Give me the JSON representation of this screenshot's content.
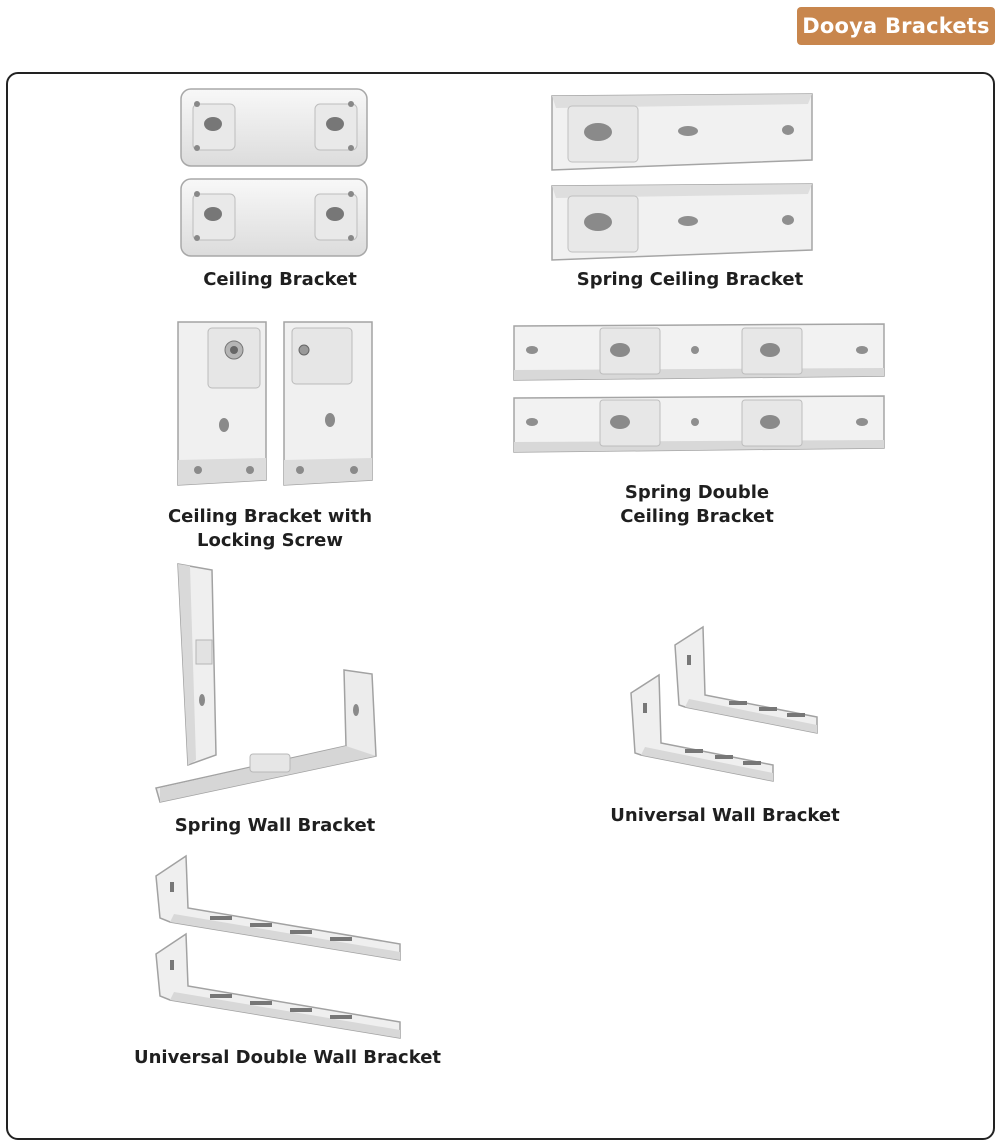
{
  "header": {
    "title": "Dooya Brackets"
  },
  "products": {
    "ceiling_bracket": {
      "label": "Ceiling Bracket"
    },
    "spring_ceiling_bracket": {
      "label": "Spring Ceiling Bracket"
    },
    "ceiling_bracket_locking": {
      "label_line1": "Ceiling Bracket with",
      "label_line2": "Locking Screw"
    },
    "spring_double_ceiling": {
      "label_line1": "Spring Double",
      "label_line2": "Ceiling Bracket"
    },
    "spring_wall_bracket": {
      "label": "Spring Wall Bracket"
    },
    "universal_wall_bracket": {
      "label": "Universal Wall Bracket"
    },
    "universal_double_wall": {
      "label": "Universal Double Wall Bracket"
    }
  },
  "colors": {
    "badge": "#c8864d",
    "metal": "#f2f2f2",
    "metal_shade": "#d9d9d9",
    "outline": "#9a9a9a"
  }
}
